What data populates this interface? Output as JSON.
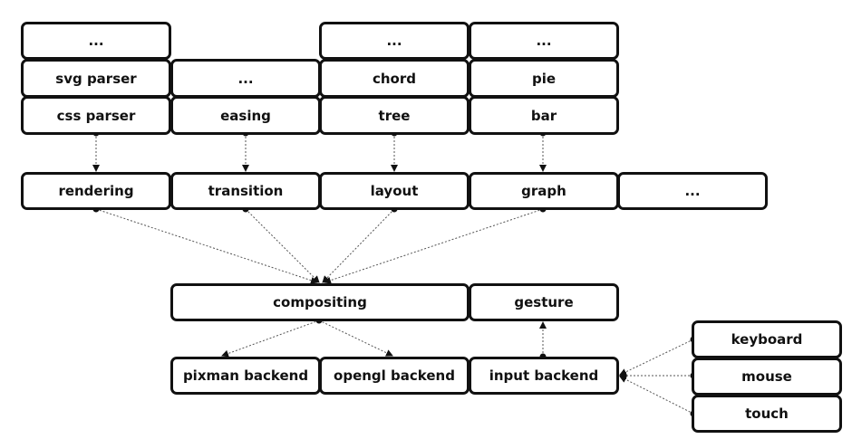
{
  "boxes": {
    "ellipsis1": "...",
    "ellipsis2": "...",
    "ellipsis3": "...",
    "ellipsis4": "...",
    "ellipsis5": "...",
    "svg_parser": "svg parser",
    "css_parser": "css parser",
    "easing": "easing",
    "chord": "chord",
    "tree": "tree",
    "pie": "pie",
    "bar": "bar",
    "rendering": "rendering",
    "transition": "transition",
    "layout": "layout",
    "graph": "graph",
    "compositing": "compositing",
    "gesture": "gesture",
    "pixman_backend": "pixman backend",
    "opengl_backend": "opengl backend",
    "input_backend": "input backend",
    "keyboard": "keyboard",
    "mouse": "mouse",
    "touch": "touch"
  }
}
